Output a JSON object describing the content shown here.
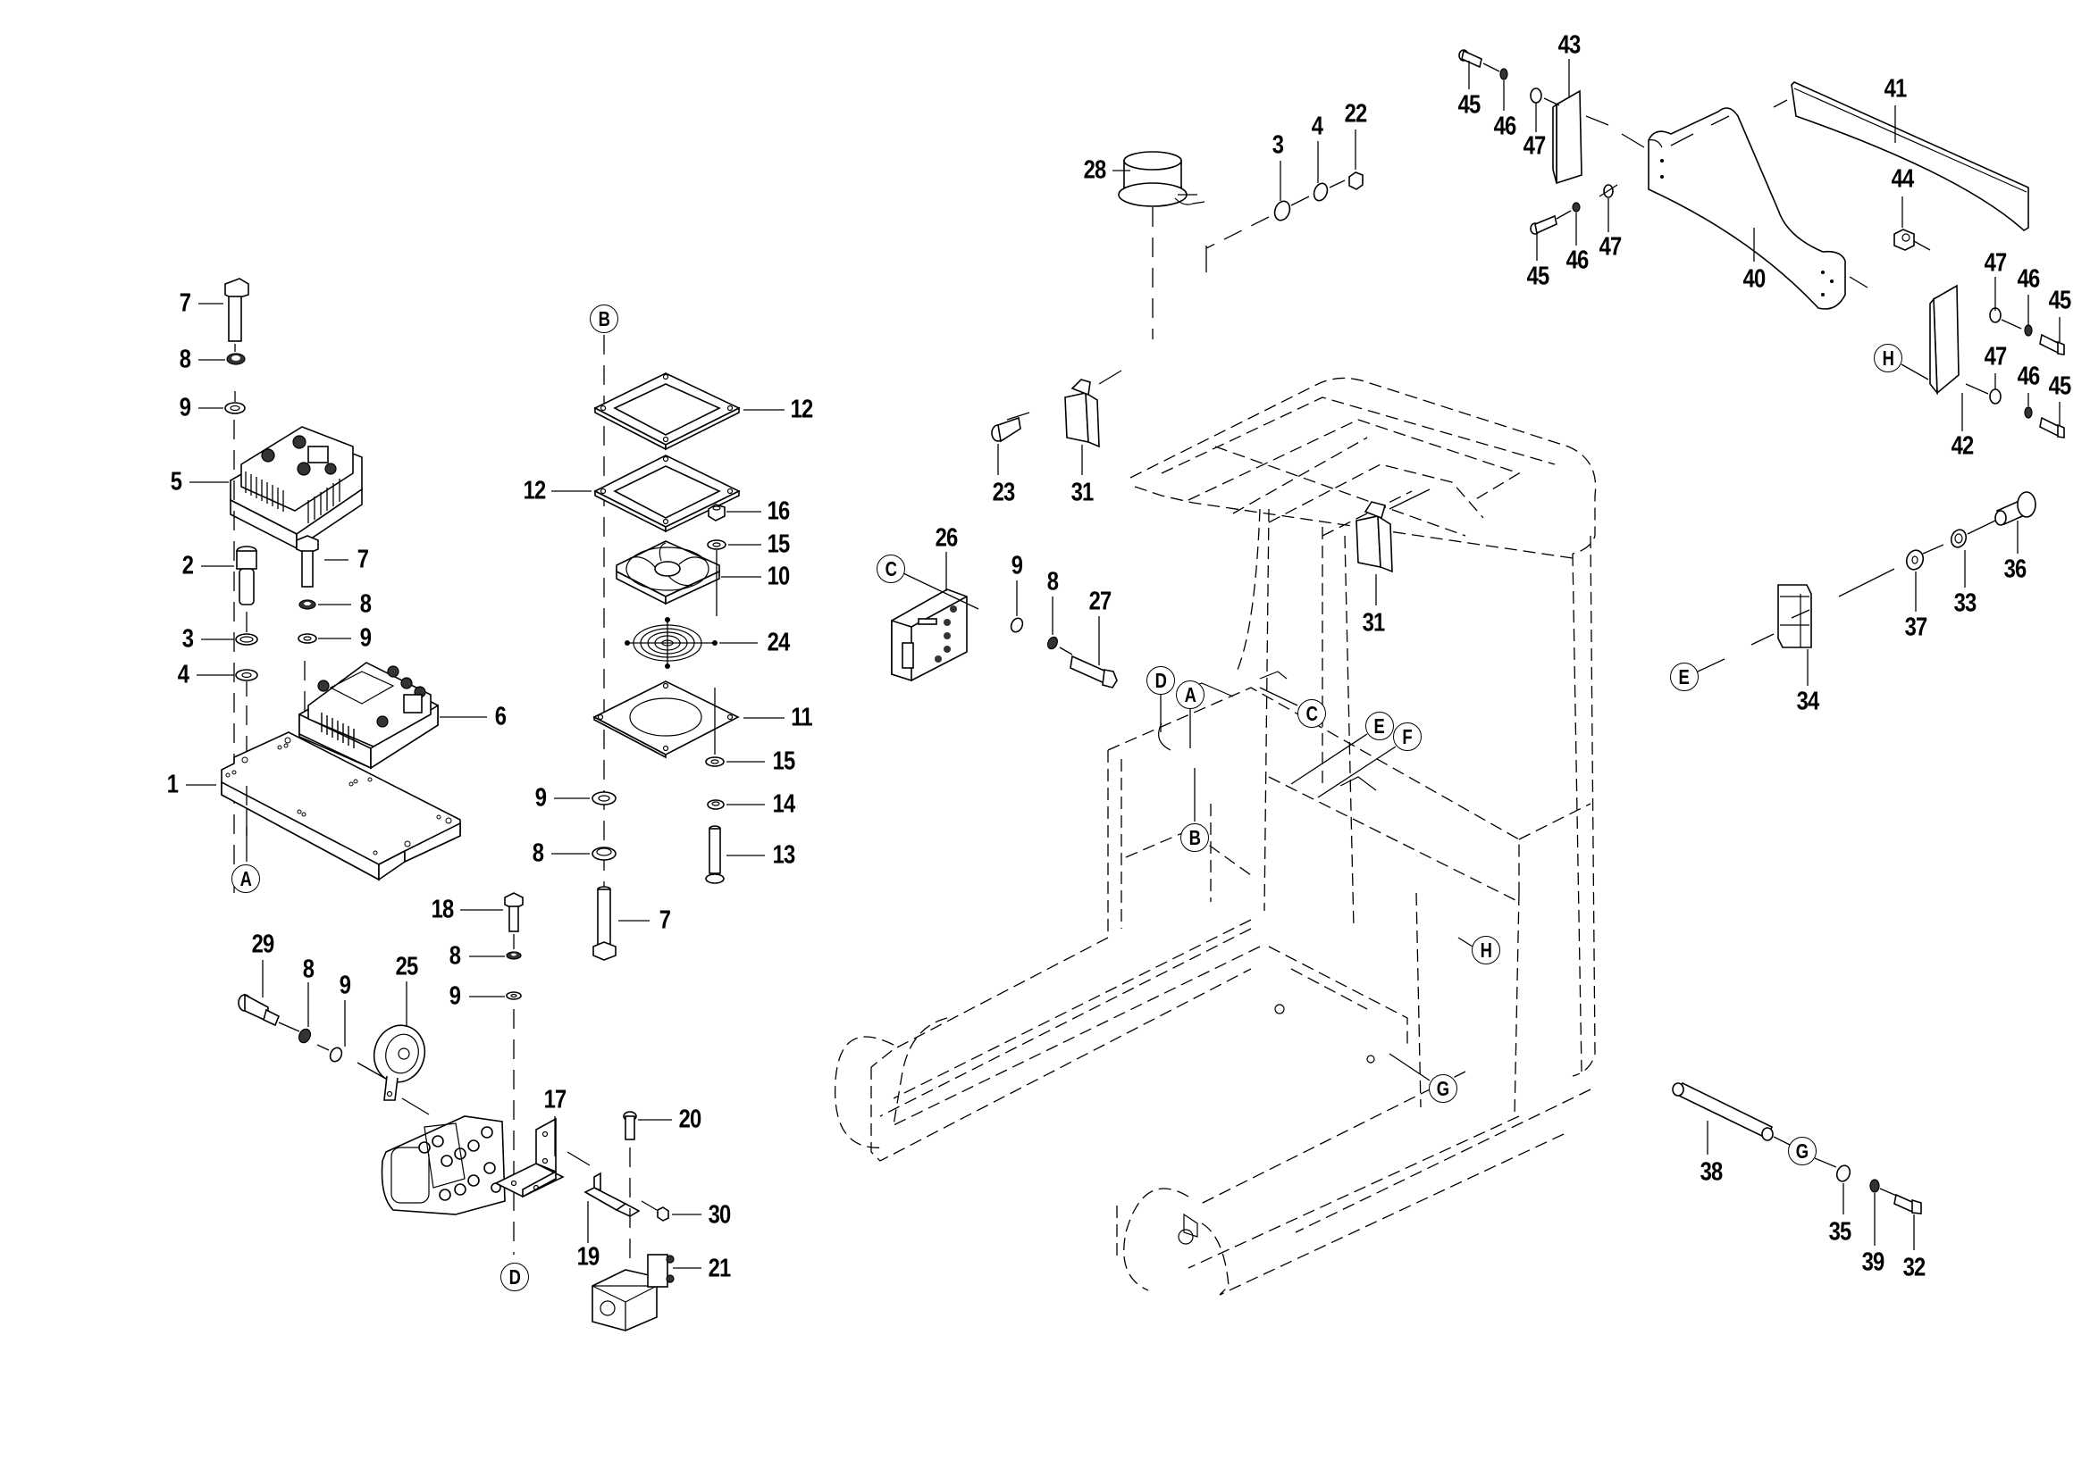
{
  "diagram": {
    "type": "exploded-parts-diagram",
    "subject": "truck frame electrical assembly",
    "callouts": [
      {
        "id": "c1",
        "label": "7"
      },
      {
        "id": "c2",
        "label": "8"
      },
      {
        "id": "c3",
        "label": "9"
      },
      {
        "id": "c4",
        "label": "5"
      },
      {
        "id": "c5",
        "label": "2"
      },
      {
        "id": "c6",
        "label": "7"
      },
      {
        "id": "c7",
        "label": "3"
      },
      {
        "id": "c8",
        "label": "8"
      },
      {
        "id": "c9",
        "label": "9"
      },
      {
        "id": "c10",
        "label": "4"
      },
      {
        "id": "c11",
        "label": "6"
      },
      {
        "id": "c12",
        "label": "1"
      },
      {
        "id": "c13",
        "label": "12"
      },
      {
        "id": "c14",
        "label": "12"
      },
      {
        "id": "c15",
        "label": "16"
      },
      {
        "id": "c16",
        "label": "15"
      },
      {
        "id": "c17",
        "label": "10"
      },
      {
        "id": "c18",
        "label": "24"
      },
      {
        "id": "c19",
        "label": "11"
      },
      {
        "id": "c20",
        "label": "15"
      },
      {
        "id": "c21",
        "label": "9"
      },
      {
        "id": "c22",
        "label": "14"
      },
      {
        "id": "c23",
        "label": "8"
      },
      {
        "id": "c24",
        "label": "13"
      },
      {
        "id": "c25",
        "label": "7"
      },
      {
        "id": "c26",
        "label": "18"
      },
      {
        "id": "c27",
        "label": "8"
      },
      {
        "id": "c28",
        "label": "9"
      },
      {
        "id": "c29",
        "label": "29"
      },
      {
        "id": "c30",
        "label": "8"
      },
      {
        "id": "c31",
        "label": "9"
      },
      {
        "id": "c32",
        "label": "25"
      },
      {
        "id": "c33",
        "label": "17"
      },
      {
        "id": "c34",
        "label": "20"
      },
      {
        "id": "c35",
        "label": "30"
      },
      {
        "id": "c36",
        "label": "19"
      },
      {
        "id": "c37",
        "label": "21"
      },
      {
        "id": "c38",
        "label": "28"
      },
      {
        "id": "c39",
        "label": "3"
      },
      {
        "id": "c40",
        "label": "4"
      },
      {
        "id": "c41",
        "label": "22"
      },
      {
        "id": "c42",
        "label": "23"
      },
      {
        "id": "c43",
        "label": "31"
      },
      {
        "id": "c44",
        "label": "26"
      },
      {
        "id": "c45",
        "label": "9"
      },
      {
        "id": "c46",
        "label": "8"
      },
      {
        "id": "c47",
        "label": "27"
      },
      {
        "id": "c48",
        "label": "31"
      },
      {
        "id": "c49",
        "label": "43"
      },
      {
        "id": "c50",
        "label": "45"
      },
      {
        "id": "c51",
        "label": "46"
      },
      {
        "id": "c52",
        "label": "47"
      },
      {
        "id": "c53",
        "label": "45"
      },
      {
        "id": "c54",
        "label": "46"
      },
      {
        "id": "c55",
        "label": "47"
      },
      {
        "id": "c56",
        "label": "41"
      },
      {
        "id": "c57",
        "label": "44"
      },
      {
        "id": "c58",
        "label": "40"
      },
      {
        "id": "c59",
        "label": "47"
      },
      {
        "id": "c60",
        "label": "46"
      },
      {
        "id": "c61",
        "label": "45"
      },
      {
        "id": "c62",
        "label": "47"
      },
      {
        "id": "c63",
        "label": "46"
      },
      {
        "id": "c64",
        "label": "45"
      },
      {
        "id": "c65",
        "label": "42"
      },
      {
        "id": "c66",
        "label": "36"
      },
      {
        "id": "c67",
        "label": "37"
      },
      {
        "id": "c68",
        "label": "33"
      },
      {
        "id": "c69",
        "label": "34"
      },
      {
        "id": "c70",
        "label": "38"
      },
      {
        "id": "c71",
        "label": "35"
      },
      {
        "id": "c72",
        "label": "39"
      },
      {
        "id": "c73",
        "label": "32"
      }
    ],
    "reference_markers": [
      {
        "id": "r1",
        "letter": "A"
      },
      {
        "id": "r2",
        "letter": "B"
      },
      {
        "id": "r3",
        "letter": "D"
      },
      {
        "id": "r4",
        "letter": "C"
      },
      {
        "id": "r5",
        "letter": "D"
      },
      {
        "id": "r6",
        "letter": "A"
      },
      {
        "id": "r7",
        "letter": "C"
      },
      {
        "id": "r8",
        "letter": "E"
      },
      {
        "id": "r9",
        "letter": "F"
      },
      {
        "id": "r10",
        "letter": "B"
      },
      {
        "id": "r11",
        "letter": "H"
      },
      {
        "id": "r12",
        "letter": "G"
      },
      {
        "id": "r13",
        "letter": "H"
      },
      {
        "id": "r14",
        "letter": "E"
      },
      {
        "id": "r15",
        "letter": "G"
      }
    ]
  }
}
